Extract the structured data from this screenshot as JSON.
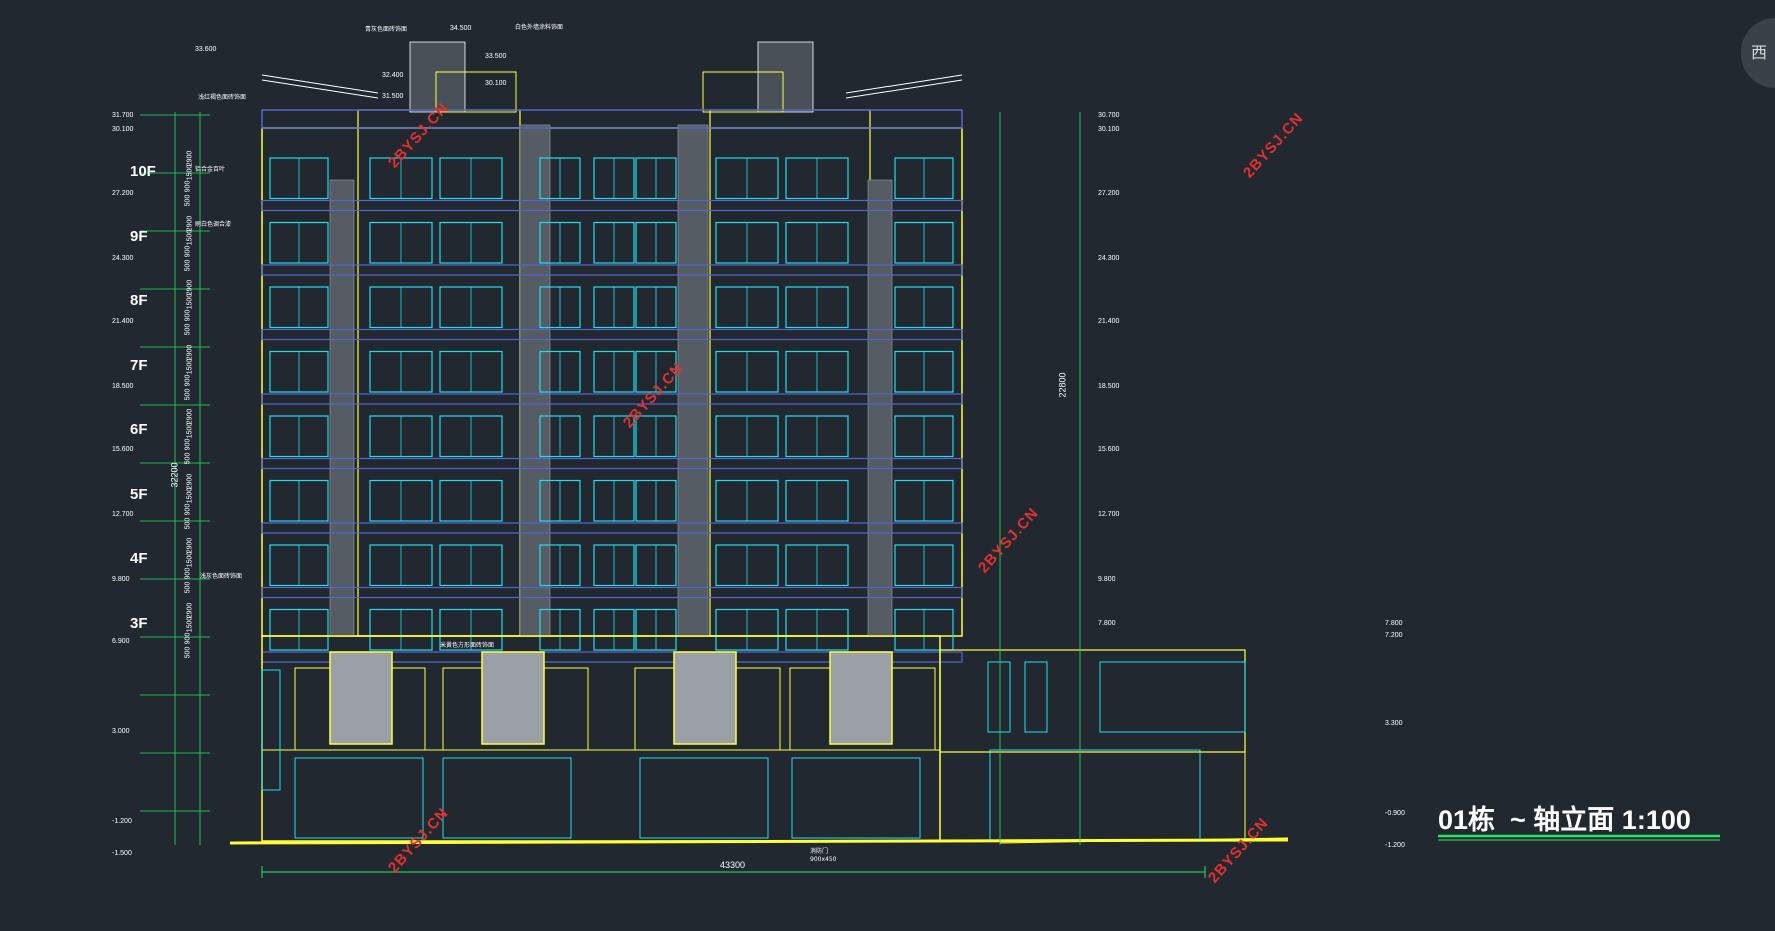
{
  "drawing": {
    "title": "01栋  ~ 轴立面 1:100",
    "total_width_dim": "43300",
    "height_dim_left": "32200",
    "height_dim_right": "22800",
    "floors": [
      "10F",
      "9F",
      "8F",
      "7F",
      "6F",
      "5F",
      "4F",
      "3F"
    ],
    "elevations_left": [
      "31.700",
      "30.100",
      "27.200",
      "24.300",
      "21.400",
      "18.500",
      "15.600",
      "12.700",
      "9.800",
      "6.900",
      "3.000",
      "-1.200",
      "-1.500"
    ],
    "elevations_right": [
      "30.700",
      "30.100",
      "27.200",
      "24.300",
      "21.400",
      "18.500",
      "15.600",
      "12.700",
      "9.800",
      "7.800",
      "7.800",
      "7.200",
      "3.300",
      "-0.900",
      "-1.200"
    ],
    "roof_elevations": [
      "34.500",
      "33.600",
      "33.500",
      "32.400",
      "31.500",
      "30.100"
    ],
    "notes": [
      "青灰色面砖饰面",
      "白色外墙涂料饰面",
      "浅红褐色面砖饰面",
      "铝合金百叶",
      "刷白色调合漆",
      "米黄色方形面砖饰面",
      "浅灰色面砖饰面"
    ],
    "side_dims": [
      "2900",
      "1500",
      "900",
      "500"
    ],
    "door_label": "消防门",
    "door_size": "900x450",
    "watermark": "2BYSJ.CN",
    "view_button": "西"
  }
}
